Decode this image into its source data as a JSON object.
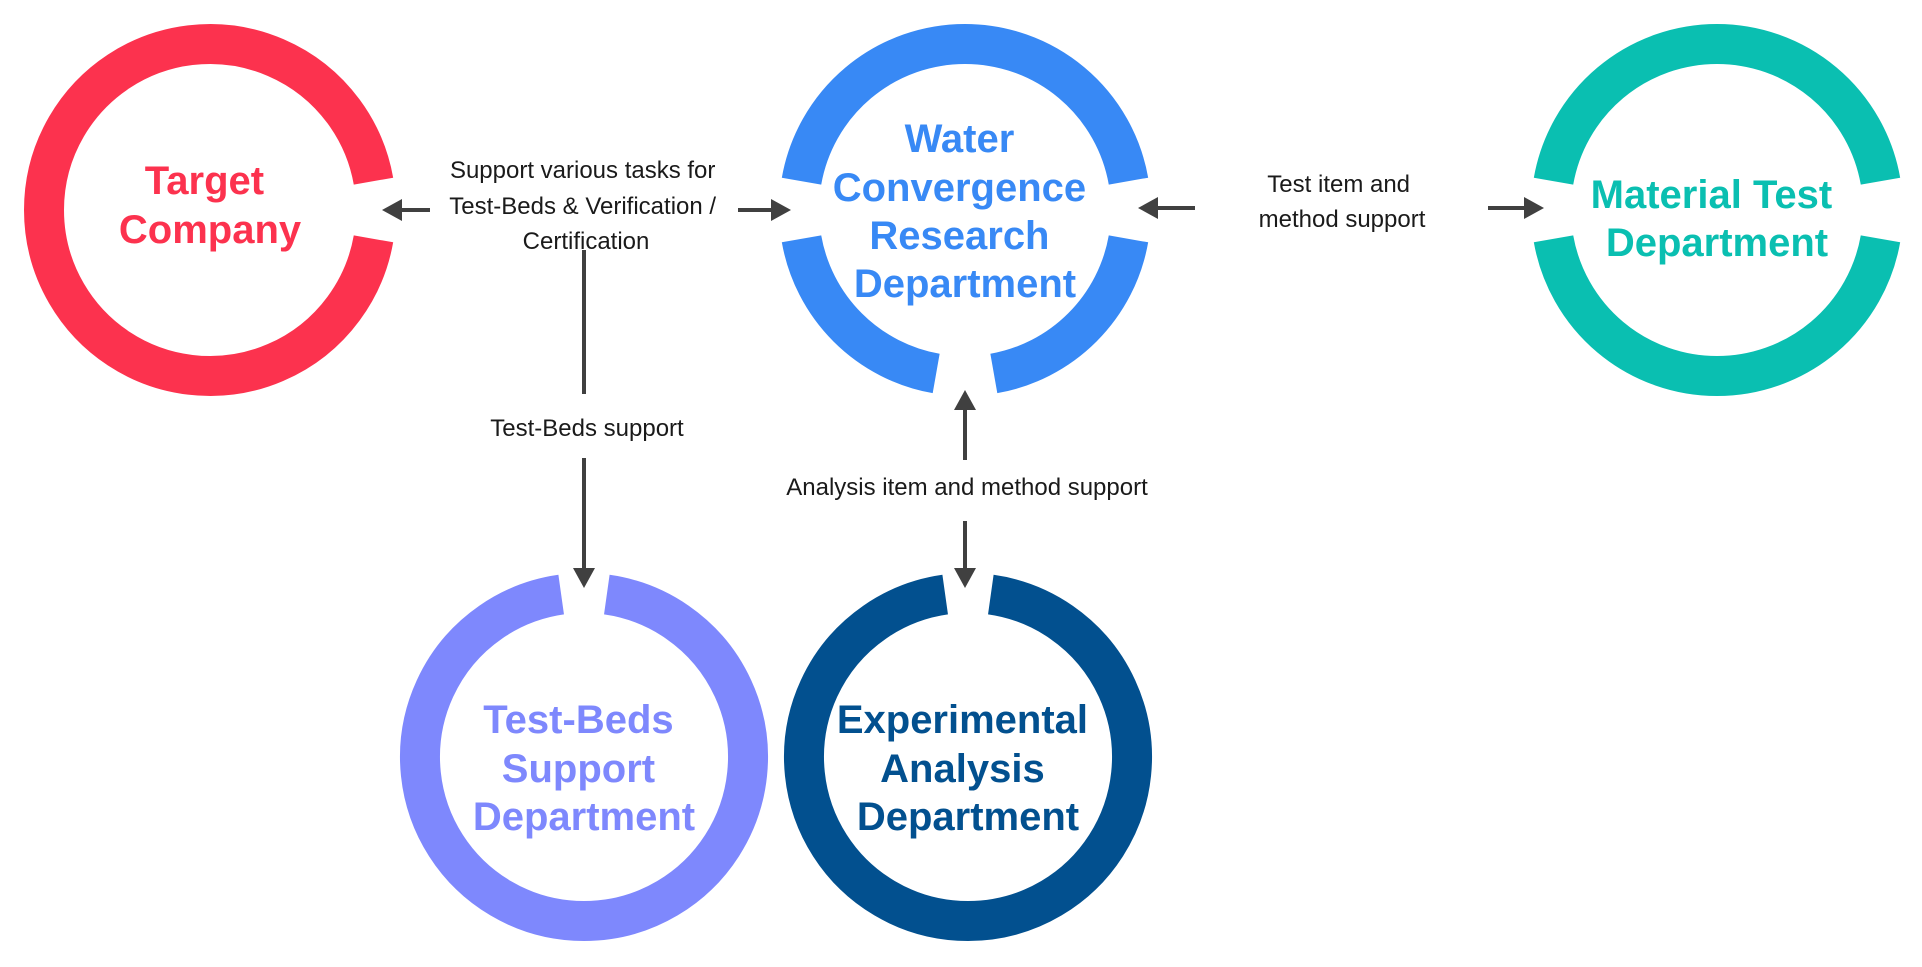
{
  "nodes": {
    "target_company": {
      "lines": [
        "Target",
        "Company"
      ],
      "color": "#fc324e"
    },
    "water_convergence": {
      "lines": [
        "Water",
        "Convergence",
        "Research",
        "Department"
      ],
      "color": "#3889f5"
    },
    "material_test": {
      "lines": [
        "Material Test",
        "Department"
      ],
      "color": "#0abfb1"
    },
    "test_beds_support": {
      "lines": [
        "Test-Beds",
        "Support",
        "Department"
      ],
      "color": "#7e88fd"
    },
    "experimental_analysis": {
      "lines": [
        "Experimental",
        "Analysis",
        "Department"
      ],
      "color": "#02508f"
    }
  },
  "edges": {
    "support_tasks": {
      "lines": [
        "Support various tasks for",
        "Test-Beds & Verification /",
        "Certification"
      ]
    },
    "test_item_method": {
      "lines": [
        "Test item and",
        "method support"
      ]
    },
    "test_beds_support": {
      "lines": [
        "Test-Beds support"
      ]
    },
    "analysis_item_method": {
      "lines": [
        "Analysis item and method support"
      ]
    }
  },
  "overlap_color": "#022e8c"
}
